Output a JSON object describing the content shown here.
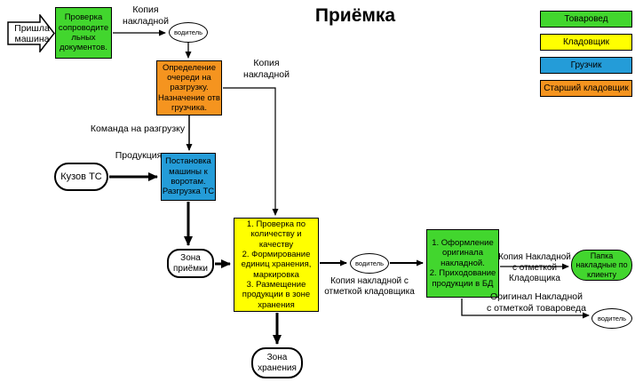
{
  "title": "Приёмка",
  "colors": {
    "green": "#42d62e",
    "yellow": "#ffff00",
    "blue": "#249cd8",
    "orange": "#f5941f"
  },
  "legend": {
    "items": [
      {
        "label": "Товаровед",
        "color": "#42d62e"
      },
      {
        "label": "Кладовщик",
        "color": "#ffff00"
      },
      {
        "label": "Грузчик",
        "color": "#249cd8"
      },
      {
        "label": "Старший кладовщик",
        "color": "#f5941f"
      }
    ]
  },
  "nodes": {
    "truck_arrived": {
      "label": "Пришла\nмашина"
    },
    "check_docs": {
      "label": "Проверка\nсопроводите\nльных\nдокументов."
    },
    "driver_top": {
      "label": "водитель"
    },
    "queue_assign": {
      "label": "Определение\nочереди на\nразгрузку.\nНазначение отв\nгрузчика."
    },
    "truck_to_gates": {
      "label": "Постановка\nмашины к\nворотам.\nРазгрузка ТС"
    },
    "truck_body": {
      "label": "Кузов ТС"
    },
    "receiving_zone": {
      "label": "Зона\nприёмки"
    },
    "check_quality": {
      "label": "1. Проверка по\nколичеству и\nкачеству\n2. Формирование\nединиц хранения,\nмаркировка\n3. Размещение\nпродукции в зоне\nхранения"
    },
    "storage_zone": {
      "label": "Зона\nхранения"
    },
    "driver_mid": {
      "label": "водитель"
    },
    "register_invoice": {
      "label": "1. Оформление\nоригинала\nнакладной.\n2. Приходование\nпродукции в БД"
    },
    "client_folder": {
      "label": "Папка\nнакладные по\nклиенту"
    },
    "driver_bottom": {
      "label": "водитель"
    }
  },
  "edge_labels": {
    "copy_invoice_1": "Копия\nнакладной",
    "copy_invoice_2": "Копия\nнакладной",
    "unload_command": "Команда на разгрузку",
    "production": "Продукция",
    "copy_invoice_stamped": "Копия накладной с\nотметкой кладовщика",
    "copy_invoice_keeper": "Копия Накладной\nс отметкой\nКладовщика",
    "original_invoice": "Оригинал Накладной\nс отметкой товароведа"
  }
}
